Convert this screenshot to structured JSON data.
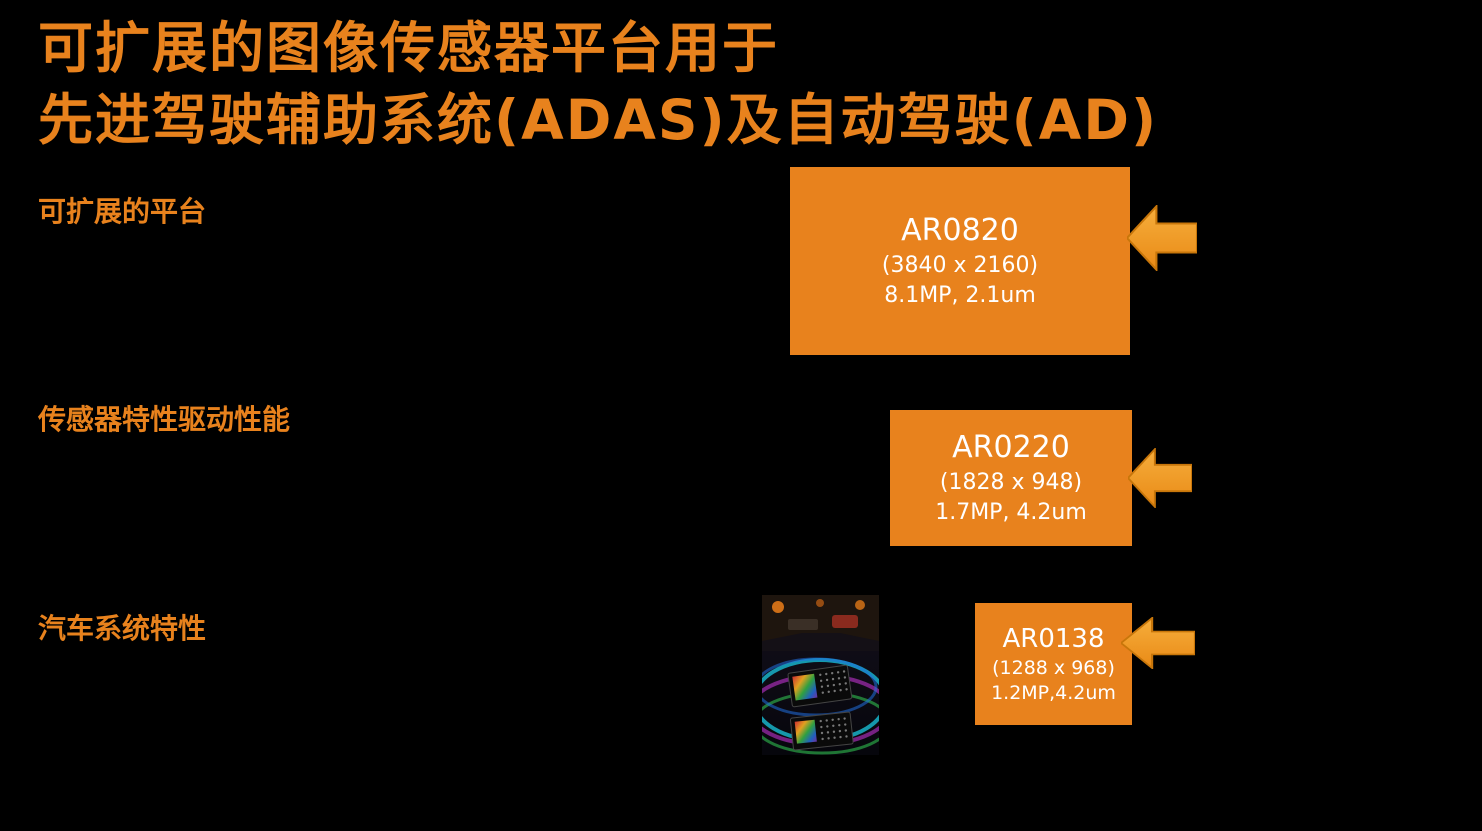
{
  "slide": {
    "title": {
      "line1": "可扩展的图像传感器平台用于",
      "line2": "先进驾驶辅助系统(ADAS)及自动驾驶(AD)"
    },
    "section_labels": [
      {
        "label": "可扩展的平台"
      },
      {
        "label": "传感器特性驱动性能"
      },
      {
        "label": "汽车系统特性"
      }
    ],
    "sensors": [
      {
        "name": "AR0820",
        "resolution": "(3840 x 2160)",
        "spec": "8.1MP, 2.1um"
      },
      {
        "name": "AR0220",
        "resolution": "(1828 x 948)",
        "spec": "1.7MP, 4.2um"
      },
      {
        "name": "AR0138",
        "resolution": "(1288 x 968)",
        "spec": "1.2MP,4.2um"
      }
    ],
    "icons": {
      "arrow": "left-arrow-icon",
      "image": "car-camera-demo-image"
    },
    "colors": {
      "background": "#000000",
      "accent_orange": "#E8821D",
      "arrow_orange": "#F09A2C",
      "box_text": "#FFFFFF"
    }
  }
}
